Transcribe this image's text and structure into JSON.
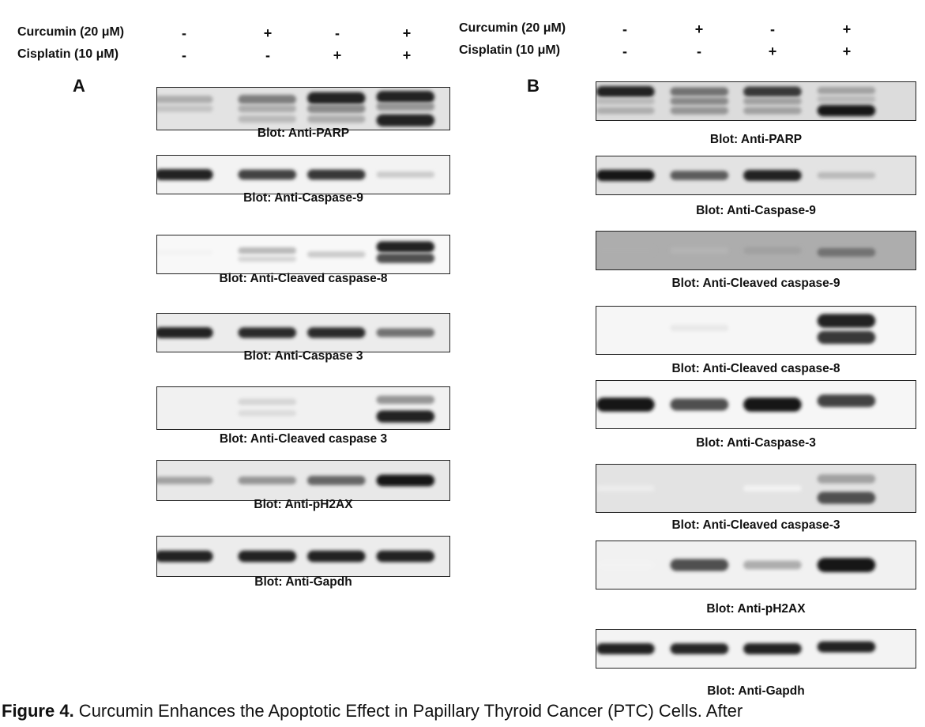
{
  "treatments": [
    {
      "label": "Curcumin (20 μM)",
      "signs": [
        "-",
        "+",
        "-",
        "+"
      ]
    },
    {
      "label": "Cisplatin  (10 μM)",
      "signs": [
        "-",
        "-",
        "+",
        "+"
      ]
    }
  ],
  "panels": [
    {
      "letter": "A",
      "blots": [
        {
          "caption": "Blot: Anti-PARP",
          "bands": [
            [
              {
                "y": 0.28,
                "i": 0.35
              },
              {
                "y": 0.5,
                "i": 0.25
              },
              {
                "y": 0.75,
                "i": 0.12
              }
            ],
            [
              {
                "y": 0.28,
                "i": 0.55
              },
              {
                "y": 0.5,
                "i": 0.35
              },
              {
                "y": 0.75,
                "i": 0.3
              }
            ],
            [
              {
                "y": 0.25,
                "i": 0.95
              },
              {
                "y": 0.5,
                "i": 0.5
              },
              {
                "y": 0.75,
                "i": 0.35
              }
            ],
            [
              {
                "y": 0.22,
                "i": 0.95
              },
              {
                "y": 0.45,
                "i": 0.45
              },
              {
                "y": 0.78,
                "i": 0.95
              }
            ]
          ],
          "bg": 0.12
        },
        {
          "caption": "Blot: Anti-Caspase-9",
          "bands": [
            [
              {
                "y": 0.5,
                "i": 0.95
              }
            ],
            [
              {
                "y": 0.5,
                "i": 0.8
              }
            ],
            [
              {
                "y": 0.5,
                "i": 0.85
              }
            ],
            [
              {
                "y": 0.5,
                "i": 0.22
              }
            ]
          ],
          "bg": 0.05
        },
        {
          "caption": "Blot: Anti-Cleaved caspase-8",
          "bands": [
            [
              {
                "y": 0.45,
                "i": 0.05
              }
            ],
            [
              {
                "y": 0.4,
                "i": 0.3
              },
              {
                "y": 0.62,
                "i": 0.18
              }
            ],
            [
              {
                "y": 0.5,
                "i": 0.22
              }
            ],
            [
              {
                "y": 0.3,
                "i": 0.95
              },
              {
                "y": 0.6,
                "i": 0.75
              }
            ]
          ],
          "bg": 0.03
        },
        {
          "caption": "Blot: Anti-Caspase 3",
          "bands": [
            [
              {
                "y": 0.5,
                "i": 0.95
              }
            ],
            [
              {
                "y": 0.5,
                "i": 0.9
              }
            ],
            [
              {
                "y": 0.5,
                "i": 0.9
              }
            ],
            [
              {
                "y": 0.5,
                "i": 0.6
              }
            ]
          ],
          "bg": 0.08
        },
        {
          "caption": "Blot: Anti-Cleaved caspase 3",
          "bands": [
            [
              {
                "y": 0.5,
                "i": 0.03
              }
            ],
            [
              {
                "y": 0.35,
                "i": 0.18
              },
              {
                "y": 0.62,
                "i": 0.15
              }
            ],
            [
              {
                "y": 0.5,
                "i": 0.02
              }
            ],
            [
              {
                "y": 0.3,
                "i": 0.45
              },
              {
                "y": 0.7,
                "i": 0.95
              }
            ]
          ],
          "bg": 0.06
        },
        {
          "caption": "Blot: Anti-pH2AX",
          "bands": [
            [
              {
                "y": 0.5,
                "i": 0.4
              }
            ],
            [
              {
                "y": 0.5,
                "i": 0.45
              }
            ],
            [
              {
                "y": 0.5,
                "i": 0.65
              }
            ],
            [
              {
                "y": 0.5,
                "i": 0.98
              }
            ]
          ],
          "bg": 0.1
        },
        {
          "caption": "Blot: Anti-Gapdh",
          "bands": [
            [
              {
                "y": 0.5,
                "i": 0.95
              }
            ],
            [
              {
                "y": 0.5,
                "i": 0.95
              }
            ],
            [
              {
                "y": 0.5,
                "i": 0.95
              }
            ],
            [
              {
                "y": 0.5,
                "i": 0.95
              }
            ]
          ],
          "bg": 0.08
        }
      ]
    },
    {
      "letter": "B",
      "blots": [
        {
          "caption": "Blot: Anti-PARP",
          "bands": [
            [
              {
                "y": 0.25,
                "i": 0.95
              },
              {
                "y": 0.5,
                "i": 0.3
              },
              {
                "y": 0.75,
                "i": 0.35
              }
            ],
            [
              {
                "y": 0.25,
                "i": 0.6
              },
              {
                "y": 0.5,
                "i": 0.5
              },
              {
                "y": 0.75,
                "i": 0.45
              }
            ],
            [
              {
                "y": 0.25,
                "i": 0.85
              },
              {
                "y": 0.5,
                "i": 0.4
              },
              {
                "y": 0.75,
                "i": 0.4
              }
            ],
            [
              {
                "y": 0.22,
                "i": 0.4
              },
              {
                "y": 0.45,
                "i": 0.3
              },
              {
                "y": 0.75,
                "i": 0.98
              }
            ]
          ],
          "bg": 0.15
        },
        {
          "caption": "Blot: Anti-Caspase-9",
          "bands": [
            [
              {
                "y": 0.5,
                "i": 0.98
              }
            ],
            [
              {
                "y": 0.5,
                "i": 0.7
              }
            ],
            [
              {
                "y": 0.5,
                "i": 0.95
              }
            ],
            [
              {
                "y": 0.5,
                "i": 0.3
              }
            ]
          ],
          "bg": 0.12
        },
        {
          "caption": "Blot: Anti-Cleaved caspase-9",
          "bands": [
            [
              {
                "y": 0.5,
                "i": 0.35
              }
            ],
            [
              {
                "y": 0.5,
                "i": 0.32
              }
            ],
            [
              {
                "y": 0.5,
                "i": 0.4
              }
            ],
            [
              {
                "y": 0.55,
                "i": 0.6
              }
            ]
          ],
          "bg": 0.35
        },
        {
          "caption": "Blot: Anti-Cleaved caspase-8",
          "bands": [
            [
              {
                "y": 0.5,
                "i": 0.03
              }
            ],
            [
              {
                "y": 0.45,
                "i": 0.1
              }
            ],
            [
              {
                "y": 0.5,
                "i": 0.02
              }
            ],
            [
              {
                "y": 0.3,
                "i": 0.95
              },
              {
                "y": 0.65,
                "i": 0.85
              }
            ]
          ],
          "bg": 0.04
        },
        {
          "caption": "Blot: Anti-Caspase-3",
          "bands": [
            [
              {
                "y": 0.5,
                "i": 0.98
              }
            ],
            [
              {
                "y": 0.5,
                "i": 0.75
              }
            ],
            [
              {
                "y": 0.5,
                "i": 0.98
              }
            ],
            [
              {
                "y": 0.42,
                "i": 0.8
              }
            ]
          ],
          "bg": 0.04
        },
        {
          "caption": "Blot: Anti-Cleaved caspase-3",
          "bands": [
            [
              {
                "y": 0.5,
                "i": 0.08
              }
            ],
            [
              {
                "y": 0.7,
                "i": 0.12
              }
            ],
            [
              {
                "y": 0.5,
                "i": 0.05
              }
            ],
            [
              {
                "y": 0.3,
                "i": 0.4
              },
              {
                "y": 0.7,
                "i": 0.75
              }
            ]
          ],
          "bg": 0.12
        },
        {
          "caption": "Blot: Anti-pH2AX",
          "bands": [
            [
              {
                "y": 0.5,
                "i": 0.05
              }
            ],
            [
              {
                "y": 0.5,
                "i": 0.75
              }
            ],
            [
              {
                "y": 0.5,
                "i": 0.35
              }
            ],
            [
              {
                "y": 0.5,
                "i": 0.99
              }
            ]
          ],
          "bg": 0.06
        },
        {
          "caption": "Blot: Anti-Gapdh",
          "bands": [
            [
              {
                "y": 0.5,
                "i": 0.95
              }
            ],
            [
              {
                "y": 0.5,
                "i": 0.92
              }
            ],
            [
              {
                "y": 0.5,
                "i": 0.95
              }
            ],
            [
              {
                "y": 0.45,
                "i": 0.95
              }
            ]
          ],
          "bg": 0.05
        }
      ]
    }
  ],
  "caption": {
    "prefix": "Figure 4.",
    "text": " Curcumin Enhances the Apoptotic Effect in Papillary Thyroid Cancer (PTC) Cells. After"
  }
}
